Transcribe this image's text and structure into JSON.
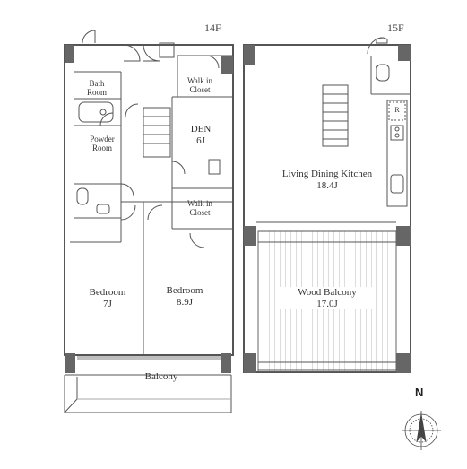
{
  "floors": {
    "lower": "14F",
    "upper": "15F"
  },
  "rooms": {
    "bath_room": {
      "name": "Bath Room"
    },
    "powder_room": {
      "name": "Powder Room"
    },
    "walk_in_closet_top": {
      "name": "Walk in Closet"
    },
    "den": {
      "name": "DEN",
      "size": "6J"
    },
    "walk_in_closet_mid": {
      "name": "Walk in Closet"
    },
    "bedroom_1": {
      "name": "Bedroom",
      "size": "7J"
    },
    "bedroom_2": {
      "name": "Bedroom",
      "size": "8.9J"
    },
    "balcony": {
      "name": "Balcony"
    },
    "ldk": {
      "name": "Living Dining Kitchen",
      "size": "18.4J"
    },
    "wood_balcony": {
      "name": "Wood Balcony",
      "size": "17.0J"
    },
    "refrigerator": {
      "name": "R"
    }
  },
  "compass": {
    "label": "N"
  }
}
